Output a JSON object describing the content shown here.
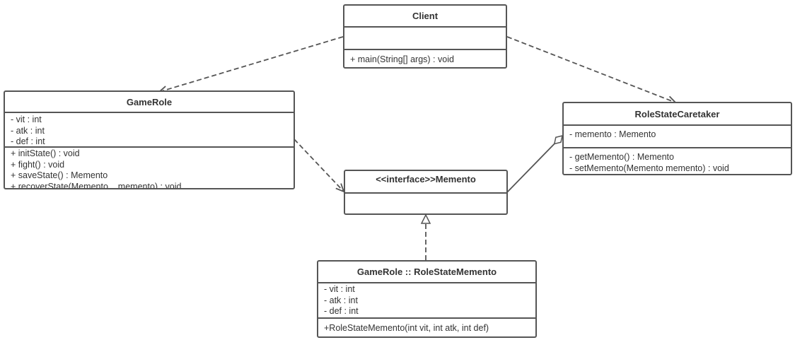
{
  "diagram": {
    "classes": {
      "client": {
        "title": "Client",
        "attributes": [],
        "operations": [
          "+ main(String[] args) : void"
        ]
      },
      "game_role": {
        "title": "GameRole",
        "attributes": [
          "- vit : int",
          "- atk : int",
          "- def : int"
        ],
        "operations": [
          "+ initState() : void",
          "+ fight() : void",
          "+ saveState() : Memento",
          "+ recoverState(Memento    memento) : void"
        ]
      },
      "memento": {
        "title": "<<interface>>Memento",
        "attributes": [],
        "operations": []
      },
      "caretaker": {
        "title": "RoleStateCaretaker",
        "attributes": [
          "- memento : Memento"
        ],
        "operations": [
          "- getMemento() : Memento",
          "- setMemento(Memento memento) : void"
        ]
      },
      "role_state_memento": {
        "title": "GameRole :: RoleStateMemento",
        "attributes": [
          "- vit : int",
          "- atk : int",
          "- def : int"
        ],
        "operations": [
          "+RoleStateMemento(int vit, int atk, int def)"
        ]
      }
    },
    "relations": [
      {
        "from": "client",
        "to": "game_role",
        "kind": "dependency"
      },
      {
        "from": "client",
        "to": "caretaker",
        "kind": "dependency"
      },
      {
        "from": "game_role",
        "to": "memento",
        "kind": "dependency"
      },
      {
        "from": "caretaker",
        "to": "memento",
        "kind": "aggregation"
      },
      {
        "from": "role_state_memento",
        "to": "memento",
        "kind": "realization"
      }
    ],
    "colors": {
      "border": "#555555",
      "text": "#333333",
      "background": "#ffffff"
    }
  }
}
